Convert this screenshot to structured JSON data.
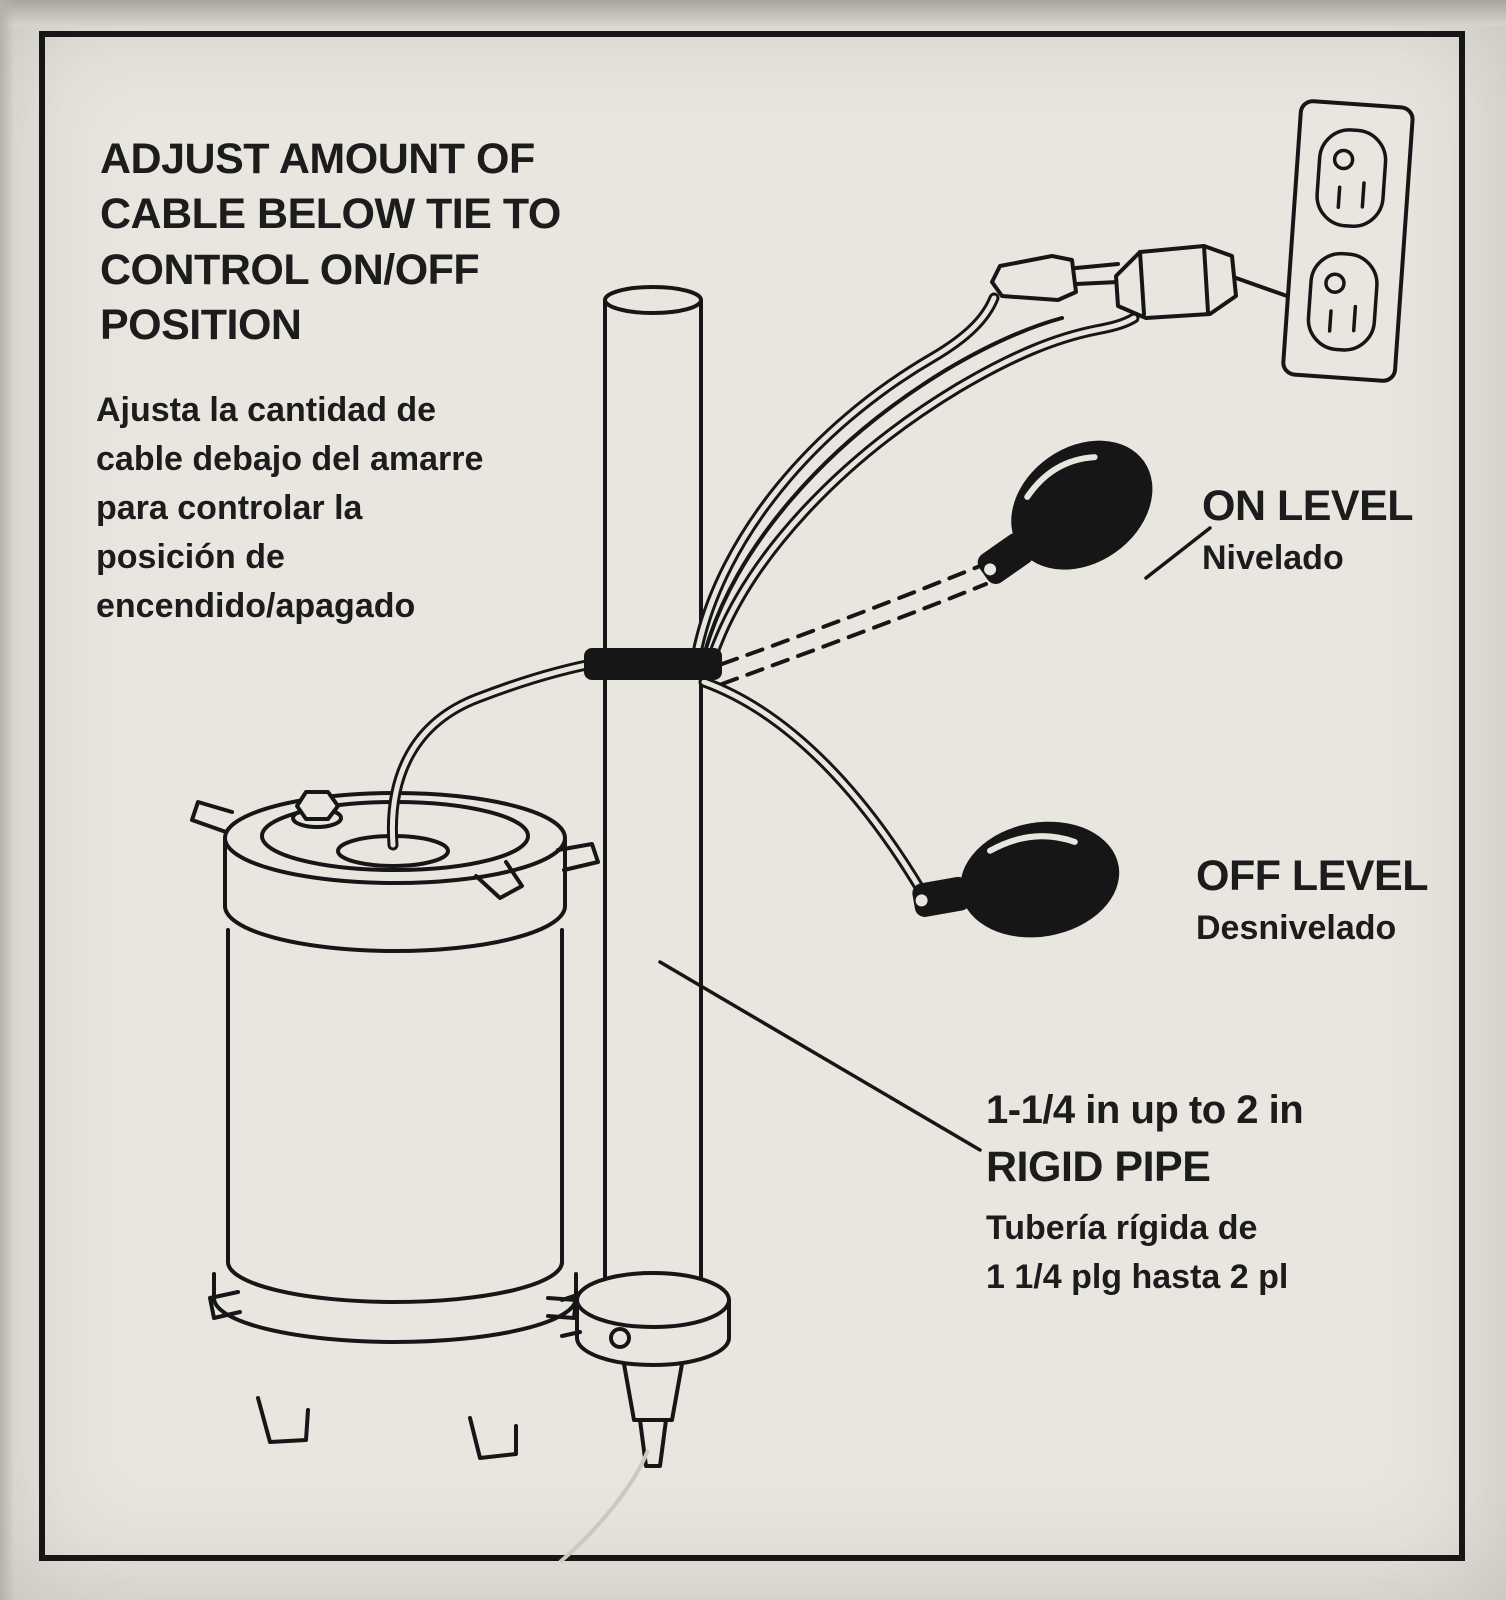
{
  "colors": {
    "ink": "#1c1c1c",
    "paper": "#e9e6e0"
  },
  "instruction": {
    "title_lines": [
      "ADJUST AMOUNT OF",
      "CABLE BELOW TIE TO",
      "CONTROL ON/OFF",
      "POSITION"
    ],
    "subtitle_lines": [
      "Ajusta la cantidad de",
      "cable debajo del amarre",
      "para controlar la",
      "posición de",
      "encendido/apagado"
    ]
  },
  "callouts": {
    "on_level": {
      "label": "ON LEVEL",
      "sub": "Nivelado"
    },
    "off_level": {
      "label": "OFF LEVEL",
      "sub": "Desnivelado"
    },
    "pipe": {
      "line1": "1-1/4 in up to 2 in",
      "line2": "RIGID PIPE",
      "line3": "Tubería rígida de",
      "line4": "1 1/4 plg hasta 2 pl"
    }
  },
  "diagram_parts": [
    "sump-pump",
    "rigid-pipe",
    "cable-tie",
    "float-switch-on",
    "float-switch-off",
    "piggyback-plug",
    "wall-outlet",
    "power-cords"
  ]
}
